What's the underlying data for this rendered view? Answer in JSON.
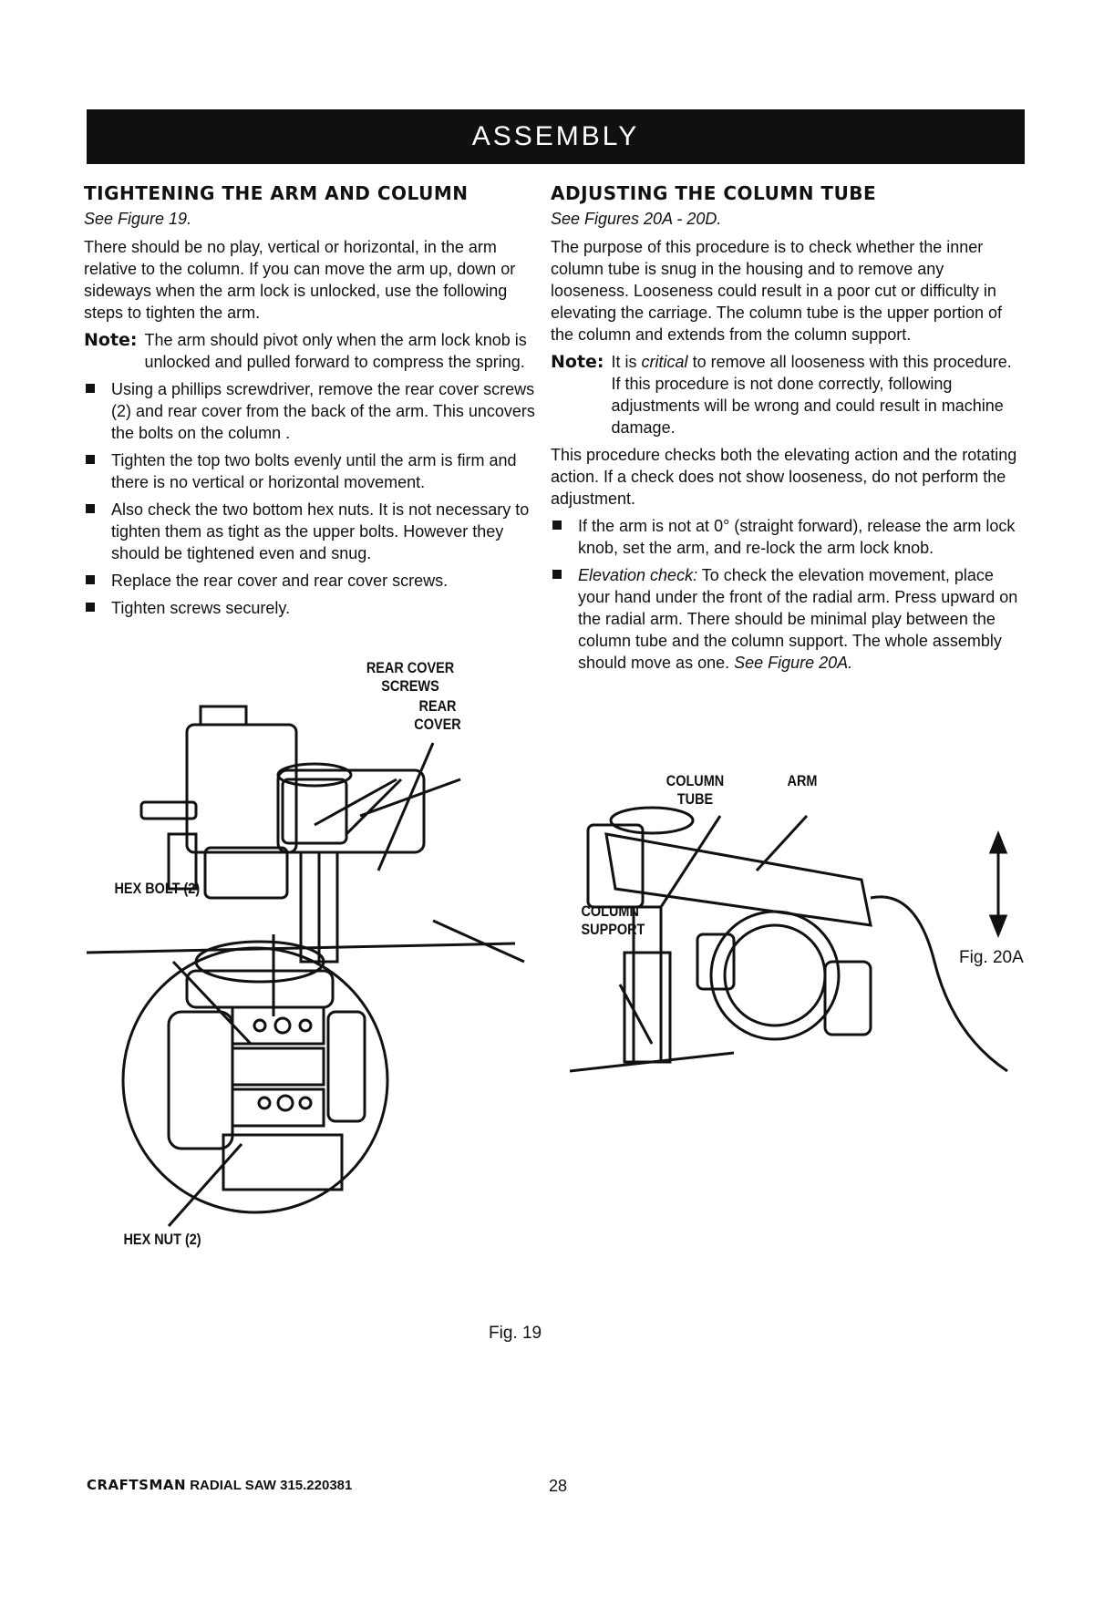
{
  "banner": {
    "title": "ASSEMBLY"
  },
  "left": {
    "heading": "TIGHTENING THE ARM AND COLUMN",
    "see": "See Figure 19.",
    "intro": "There should be no play, vertical or horizontal, in the arm relative to the column. If you can move the arm up, down or sideways when the arm lock is unlocked, use the following steps to tighten the arm.",
    "note_label": "Note:",
    "note_text": "The arm should pivot only when the arm lock knob is unlocked and pulled forward to compress the spring.",
    "bullets": [
      "Using a phillips screwdriver, remove the rear cover screws (2) and rear cover from the back of the arm. This uncovers the bolts on the column .",
      "Tighten the top two bolts evenly until the arm is firm and there is no vertical or horizontal movement.",
      "Also check the two bottom hex nuts. It is not necessary to tighten them as tight as the upper bolts. However they should be tightened even and snug.",
      "Replace the rear cover and rear cover screws.",
      "Tighten screws securely."
    ]
  },
  "right": {
    "heading": "ADJUSTING THE COLUMN TUBE",
    "see": "See Figures 20A - 20D.",
    "intro": "The purpose of this procedure is to check whether the inner column tube is snug in the housing and to remove any looseness. Looseness could result in a poor cut or difficulty in elevating the carriage. The column tube is the upper portion of the column and extends from the column support.",
    "note_label": "Note:",
    "note_pre": "It is ",
    "note_em": "critical",
    "note_post": " to remove all looseness with this procedure. If this procedure is not done correctly, following adjustments will be wrong and could result in machine damage.",
    "para2": "This procedure checks both the elevating action and the rotating action. If a check does not show looseness, do not perform the adjustment.",
    "bullet1": "If the arm is not at 0° (straight forward), release the arm lock knob, set the arm, and re-lock the arm lock knob.",
    "bullet2_em": "Elevation check:",
    "bullet2_text": " To check the elevation movement, place your hand under the front of the radial arm. Press upward on the radial arm. There should be minimal play between the column tube and the column support. The whole assembly should move as one. ",
    "bullet2_see": "See Figure 20A."
  },
  "fig19": {
    "label_screws": "REAR COVER SCREWS",
    "label_cover": "REAR COVER",
    "label_bolt": "HEX BOLT (2)",
    "label_nut": "HEX NUT (2)",
    "caption": "Fig. 19"
  },
  "fig20a": {
    "label_tube": "COLUMN TUBE",
    "label_arm": "ARM",
    "label_support": "COLUMN SUPPORT",
    "caption": "Fig. 20A"
  },
  "footer": {
    "brand": "CRAFTSMAN",
    "model": "RADIAL SAW 315.220381",
    "page": "28"
  }
}
